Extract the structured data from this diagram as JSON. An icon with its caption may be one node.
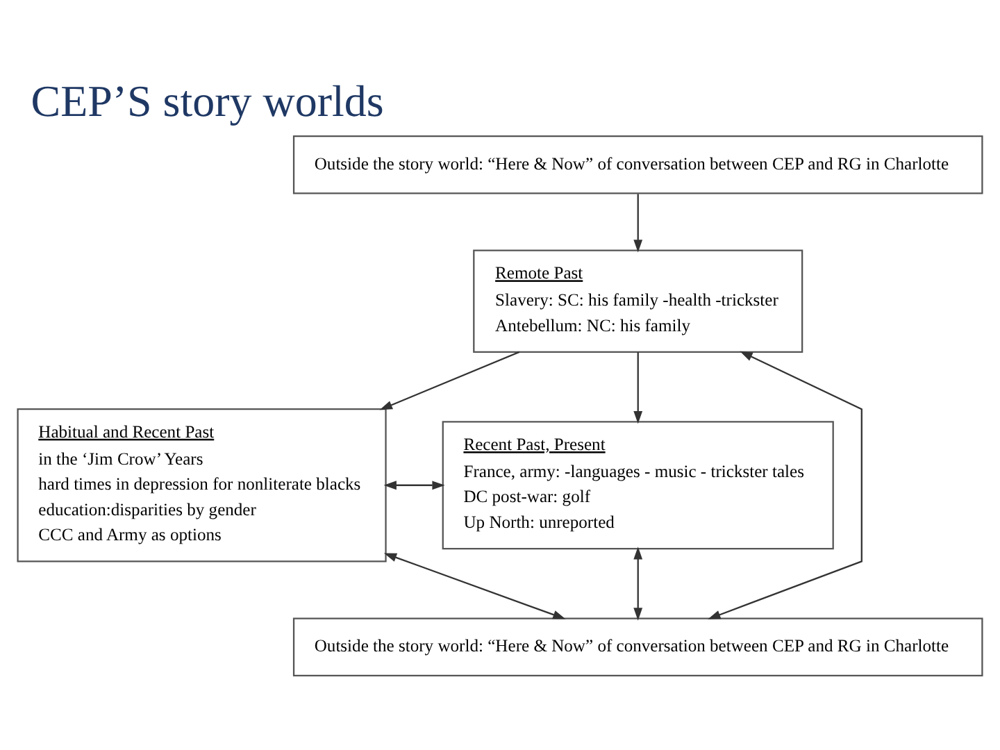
{
  "diagram": {
    "title": "CEP’S story worlds",
    "nodes": [
      {
        "text": [
          "Outside the story world: “Here & Now” of conversation between CEP and RG in Charlotte"
        ]
      },
      {
        "text": [
          "Remote Past",
          "Slavery: SC: his family -health -trickster",
          "Antebellum: NC: his family"
        ]
      },
      {
        "text": [
          "Habitual and Recent Past",
          "in the ‘Jim Crow’ Years",
          "hard times in depression for nonliterate blacks",
          "education:disparities by gender",
          "CCC and Army as options"
        ]
      },
      {
        "text": [
          "Recent Past, Present",
          "France, army: -languages - music - trickster tales",
          "DC post-war: golf",
          "Up North: unreported"
        ]
      },
      {
        "text": [
          "Outside the story world: “Here & Now” of conversation between CEP and RG in Charlotte"
        ]
      }
    ],
    "edges": [
      {
        "from": 0,
        "to": 1,
        "arrow": "to"
      },
      {
        "from": 1,
        "to": 2,
        "arrow": "to"
      },
      {
        "from": 1,
        "to": 3,
        "arrow": "to"
      },
      {
        "from": 2,
        "to": 3,
        "arrow": "both"
      },
      {
        "from": 1,
        "to": 4,
        "arrow": "both"
      },
      {
        "from": 2,
        "to": 4,
        "arrow": "both"
      },
      {
        "from": 3,
        "to": 4,
        "arrow": "both"
      }
    ]
  }
}
